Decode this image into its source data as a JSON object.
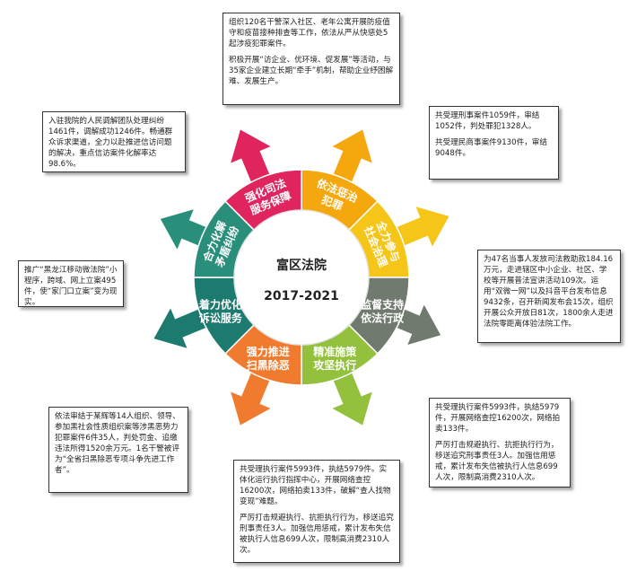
{
  "center": {
    "title": "富区法院",
    "years": "2017-2021"
  },
  "segments": [
    {
      "id": "n",
      "label1": "依法惩治",
      "label2": "犯罪",
      "color": "#f5a80e"
    },
    {
      "id": "ne",
      "label1": "全力参与",
      "label2": "社会治理",
      "color": "#f5c518"
    },
    {
      "id": "e",
      "label1": "监督支持",
      "label2": "依法行政",
      "color": "#707a6e"
    },
    {
      "id": "se",
      "label1": "精准施策",
      "label2": "攻坚执行",
      "color": "#93c13e"
    },
    {
      "id": "s",
      "label1": "强力推进",
      "label2": "扫黑除恶",
      "color": "#f07a2e"
    },
    {
      "id": "sw",
      "label1": "着力优化",
      "label2": "诉讼服务",
      "color": "#1d7a6e"
    },
    {
      "id": "w",
      "label1": "合力化解",
      "label2": "矛盾纠纷",
      "color": "#2a8f7a"
    },
    {
      "id": "nw",
      "label1": "强化司法",
      "label2": "服务保障",
      "color": "#e0245e"
    }
  ],
  "boxes": {
    "top": [
      "组织120名干警深入社区、老年公寓开展防疫值守和疫苗接种排查等工作，依法从严从快惩处5起涉疫犯罪案件。",
      "积极开展“访企业、优环境、促发展”等活动，与35家企业建立长期“牵手”机制，帮助企业纾困解难、发展生产。"
    ],
    "top_left": [
      "入驻我院的人民调解团队处理纠纷1461件，调解成功1246件。畅通群众诉求渠道，全力以赴推进信访问题的解决，重点信访案件化解率达98.6%。"
    ],
    "top_right": [
      "共受理刑事案件1059件，审结1052件，判处罪犯1328人。",
      "共受理民商事案件9130件，审结9048件。"
    ],
    "left": [
      "推广“黑龙江移动微法院”小程序，跨域、网上立案495件，使“家门口立案”变为现实。"
    ],
    "right": [
      "为47名当事人发放司法救助款184.16万元，走进辖区中小企业、社区、学校等开展普法宣讲活动109次。运用“双微一网”以及抖音平台发布信息9432条，召开新闻发布会15次，组织开展公众开放日81次，1800余人走进法院零距离体验法院工作。"
    ],
    "bottom_left": [
      "依法审结于某辉等14人组织、领导、参加黑社会性质组织案等涉黑恶势力犯罪案件6件35人，判处罚金、追缴违法所得1520余万元。1名干警被评为“全省扫黑除恶专项斗争先进工作者”。"
    ],
    "bottom_right": [
      "共受理执行案件5993件，执结5979件，开展网络查控16200次，网络拍卖133件。",
      "严厉打击规避执行、抗拒执行行为，移送追究刑事责任3人。加强信用惩戒，累计发布失信被执行人信息699人次，限制高消费2310人次。"
    ],
    "bottom": [
      "共受理执行案件5993件，执结5979件。实体化运行执行指挥中心，开展网络查控16200次，网络拍卖133件，破解“查人找物变现”难题。",
      "严厉打击规避执行、抗拒执行行为，移送追究刑事责任3人。加强信用惩戒，累计发布失信被执行人信息699人次，限制高消费2310人次。"
    ]
  }
}
